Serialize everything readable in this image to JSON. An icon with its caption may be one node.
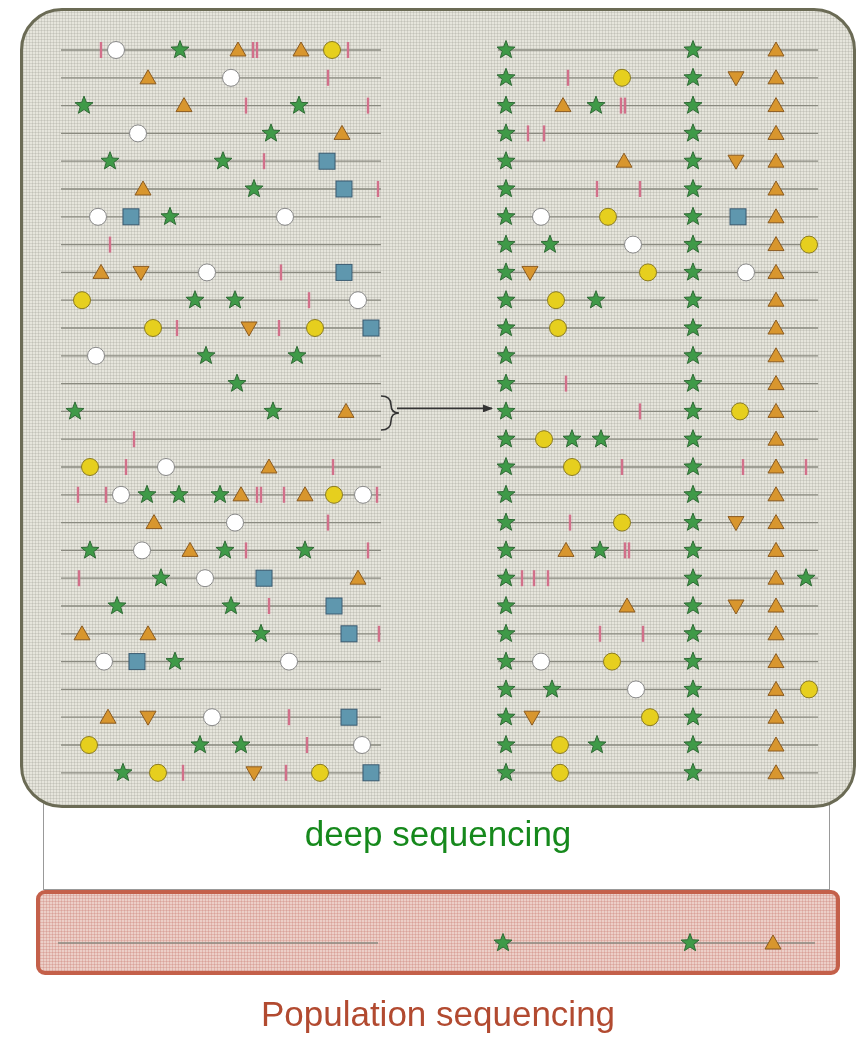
{
  "diagram": {
    "nodes": [
      {
        "text": [
          "deep sequencing"
        ]
      },
      {
        "text": [],
        "shape": "picture",
        "in": 0
      },
      {
        "text": [],
        "shape": "picture",
        "in": 0
      },
      {
        "text": [
          "Population sequencing"
        ]
      }
    ],
    "edges": [
      {
        "from": 1,
        "to": 2,
        "arrow": "to"
      }
    ]
  }
}
